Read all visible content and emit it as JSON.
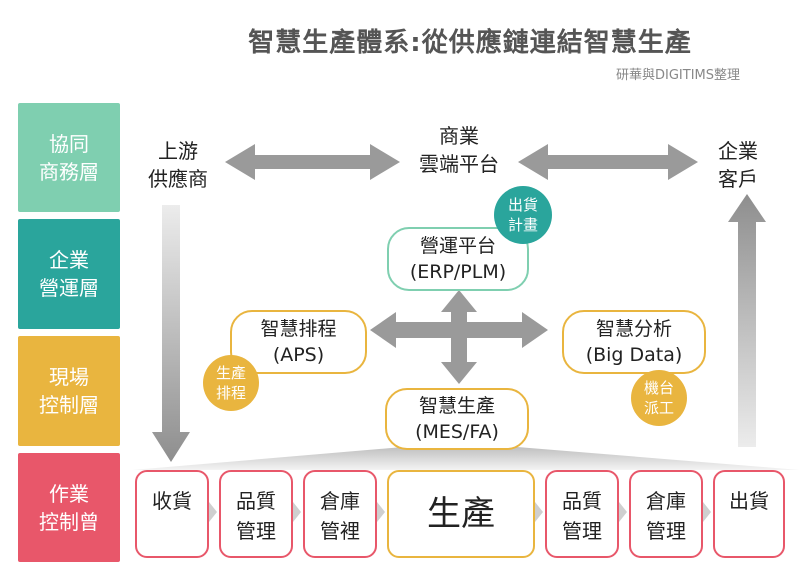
{
  "title": "智慧生產體系:從供應鏈連結智慧生產",
  "credit": "研華與DIGITIMS整理",
  "layers": [
    {
      "label": "協同\n商務層"
    },
    {
      "label": "企業\n營運層"
    },
    {
      "label": "現場\n控制層"
    },
    {
      "label": "作業\n控制曾"
    }
  ],
  "nodes": {
    "supplier": "上游\n供應商",
    "platform": "商業\n雲端平台",
    "customer": "企業\n客戶",
    "erp": "營運平台\n(ERP/PLM)",
    "aps": "智慧排程\n(APS)",
    "bigdata": "智慧分析\n(Big Data)",
    "mes": "智慧生產\n(MES/FA)"
  },
  "badges": {
    "ship_plan": "出貨\n計畫",
    "prod_sched": "生產\n排程",
    "dispatch": "機台\n派工"
  },
  "steps": [
    "收貨",
    "品質\n管理",
    "倉庫\n管裡",
    "生產",
    "品質\n管理",
    "倉庫\n管理",
    "出貨"
  ],
  "colors": {
    "collab": "#7fcfb0",
    "operation": "#2aa59c",
    "field": "#e9b53f",
    "work": "#e8576a",
    "arrow": "#9a9a9a"
  }
}
